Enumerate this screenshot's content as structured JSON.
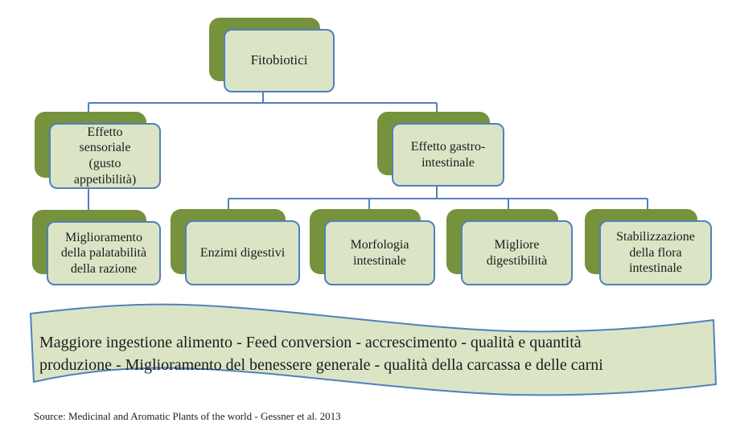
{
  "colors": {
    "box_fill": "#dbe5c5",
    "box_border": "#4f81bd",
    "shadow_fill": "#76923c",
    "connector": "#4f81bd",
    "text": "#1c1c1c",
    "page_bg": "#ffffff"
  },
  "diagram": {
    "nodes": {
      "root": "Fitobiotici",
      "sensory": "Effetto\nsensoriale\n(gusto\nappetibilità)",
      "gastro": "Effetto gastro-\nintestinale",
      "palatability": "Miglioramento\ndella palatabilità\ndella razione",
      "enzymes": "Enzimi digestivi",
      "morphology": "Morfologia\nintestinale",
      "digestibility": "Migliore\ndigestibilità",
      "flora": "Stabilizzazione\ndella flora\nintestinale"
    }
  },
  "banner": {
    "text": "Maggiore ingestione alimento - Feed conversion - accrescimento - qualità e quantità\nproduzione - Miglioramento del benessere generale - qualità della carcassa e delle carni"
  },
  "source": {
    "text": "Source: Medicinal and Aromatic Plants of the world - Gessner et al. 2013"
  }
}
